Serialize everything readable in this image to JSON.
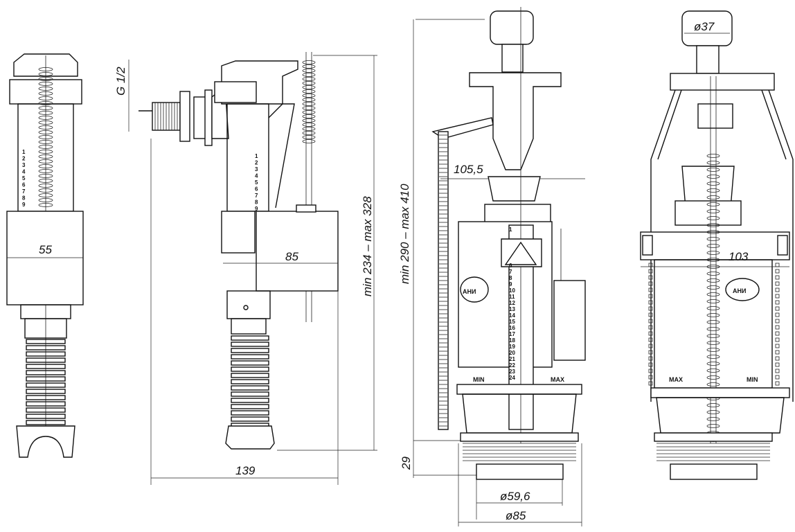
{
  "drawing": {
    "view_fill_valve_front": {
      "width_label": "55",
      "scale_marks": [
        "1",
        "2",
        "3",
        "4",
        "5",
        "6",
        "7",
        "8",
        "9"
      ]
    },
    "view_fill_valve_side": {
      "thread_label": "G 1/2",
      "float_label": "85",
      "width_label": "139",
      "height_label": "min 234 – max 328",
      "scale_marks": [
        "1",
        "2",
        "3",
        "4",
        "5",
        "6",
        "7",
        "8",
        "9"
      ]
    },
    "view_flush_valve_side": {
      "lever_label": "105,5",
      "height_label": "min 290 – max 410",
      "thread_height_label": "29",
      "inner_diameter_label": "ø59,6",
      "outer_diameter_label": "ø85",
      "min_label": "MIN",
      "max_label": "MAX",
      "scale_marks": [
        "1",
        "6",
        "7",
        "8",
        "9",
        "10",
        "11",
        "12",
        "13",
        "14",
        "15",
        "16",
        "17",
        "18",
        "19",
        "20",
        "21",
        "22",
        "23",
        "24"
      ],
      "logo_text": "АНИ"
    },
    "view_flush_valve_front": {
      "button_diameter_label": "ø37",
      "width_label": "103",
      "min_label": "MIN",
      "max_label": "MAX",
      "logo_text": "АНИ"
    }
  }
}
